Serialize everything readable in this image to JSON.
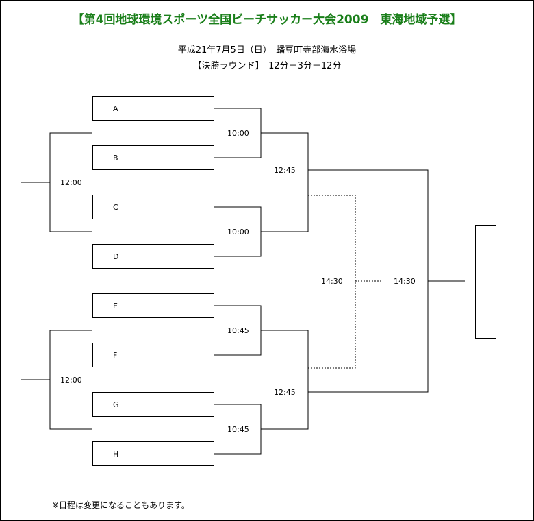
{
  "header": {
    "title": "【第4回地球環境スポーツ全国ビーチサッカー大会2009　東海地域予選】",
    "subtitle_line1": "平成21年7月5日（日）　蟠豆町寺部海水浴場",
    "subtitle_line2": "【決勝ラウンド】　12分－3分－12分"
  },
  "teams": [
    "A",
    "B",
    "C",
    "D",
    "E",
    "F",
    "G",
    "H"
  ],
  "times": {
    "first_round_top": "12:00",
    "first_round_bottom": "12:00",
    "quarter_ab": "10:00",
    "quarter_cd": "10:00",
    "quarter_ef": "10:45",
    "quarter_gh": "10:45",
    "semi_top": "12:45",
    "semi_bottom": "12:45",
    "third_place": "14:30",
    "final": "14:30"
  },
  "footer": {
    "note": "※日程は変更になることもあります。"
  },
  "colors": {
    "title": "#1a7f1a",
    "line": "#000000"
  }
}
